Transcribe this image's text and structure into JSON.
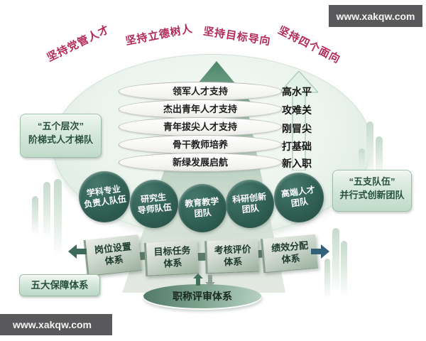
{
  "watermark": {
    "text": "www.xakqw.com"
  },
  "principles": [
    {
      "label": "坚持党管人才"
    },
    {
      "label": "坚持立德树人"
    },
    {
      "label": "坚持目标导向"
    },
    {
      "label": "坚持四个面向"
    }
  ],
  "ladder": {
    "left_label": {
      "line1": "“五个层次”",
      "line2": "阶梯式人才梯队"
    },
    "levels": [
      {
        "label": "领军人才支持",
        "stage": "高水平"
      },
      {
        "label": "杰出青年人才支持",
        "stage": "攻难关"
      },
      {
        "label": "青年拔尖人才支持",
        "stage": "刚冒尖"
      },
      {
        "label": "骨干教师培养",
        "stage": "打基础"
      },
      {
        "label": "新绿发展启航",
        "stage": "新入职"
      }
    ]
  },
  "teams": {
    "right_label": {
      "line1": "“五支队伍”",
      "line2": "并行式创新团队"
    },
    "items": [
      {
        "line1": "学科专业",
        "line2": "负责人队伍"
      },
      {
        "line1": "研究生",
        "line2": "导师队伍"
      },
      {
        "line1": "教育教学",
        "line2": "团队"
      },
      {
        "line1": "科研创新",
        "line2": "团队"
      },
      {
        "line1": "高端人才",
        "line2": "团队"
      }
    ]
  },
  "systems": {
    "guarantee_label": "五大保障体系",
    "review_label": "职称评审体系",
    "items": [
      {
        "line1": "岗位设置",
        "line2": "体系"
      },
      {
        "line1": "目标任务",
        "line2": "体系"
      },
      {
        "line1": "考核评价",
        "line2": "体系"
      },
      {
        "line1": "绩效分配",
        "line2": "体系"
      }
    ]
  },
  "colors": {
    "accent_red": "#b42a5a",
    "team_green": "#2e5c51",
    "pill_green": "#c0dbc9",
    "watermark_bg": "#59595b"
  }
}
